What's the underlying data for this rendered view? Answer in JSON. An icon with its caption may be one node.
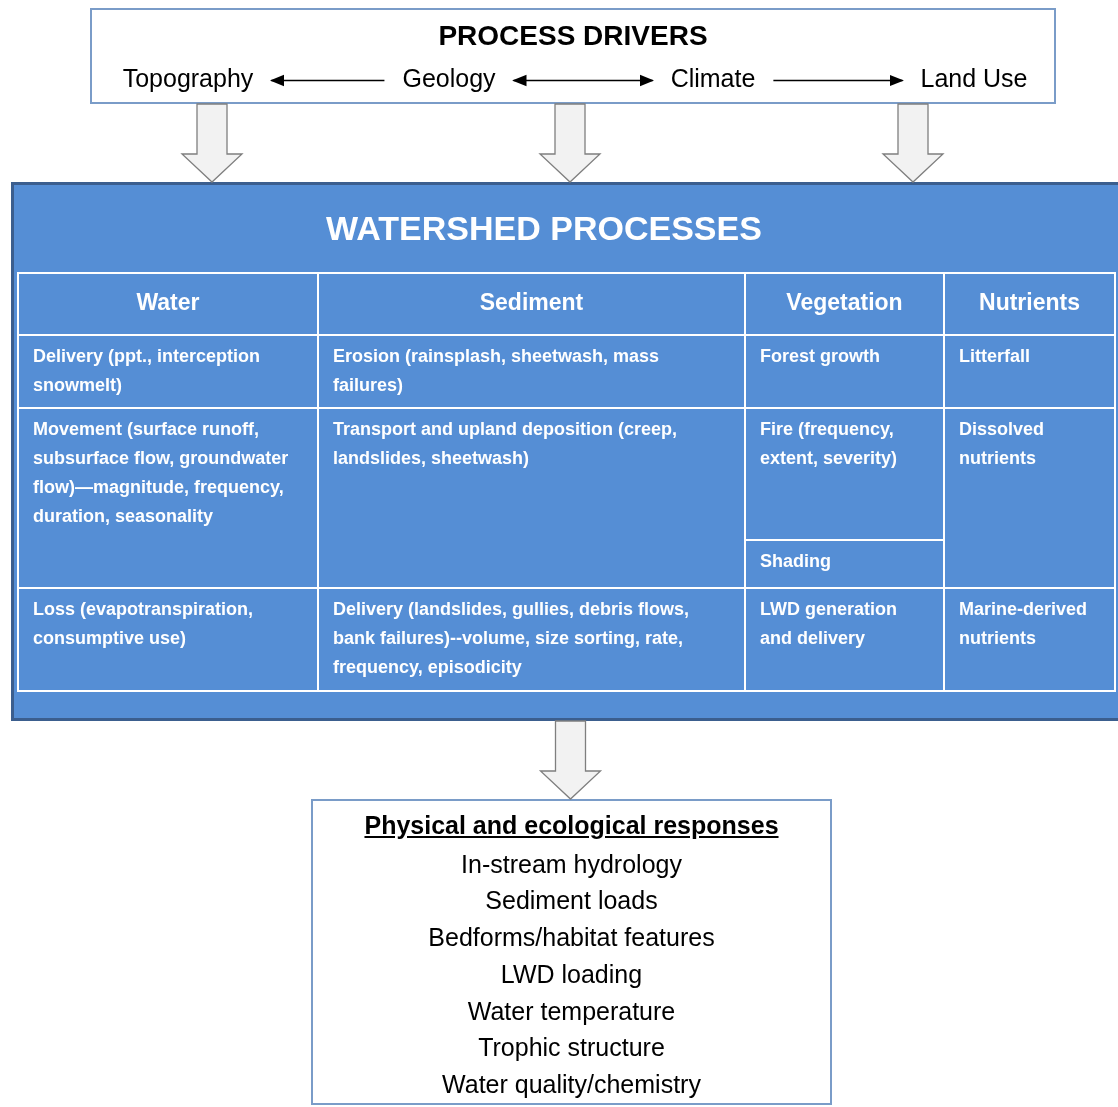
{
  "diagram": {
    "nodes": [
      {
        "text": [
          "PROCESS DRIVERS"
        ]
      },
      {
        "text": [
          "Topography"
        ],
        "in": 0
      },
      {
        "text": [
          "Geology"
        ],
        "in": 0
      },
      {
        "text": [
          "Climate"
        ],
        "in": 0
      },
      {
        "text": [
          "Land Use"
        ],
        "in": 0
      },
      {
        "text": [
          "WATERSHED PROCESSES"
        ]
      },
      {
        "text": [
          "Physical and ecological responses",
          "In-stream hydrology",
          "Sediment loads",
          "Bedforms/habitat features",
          "LWD loading",
          "Water temperature",
          "Trophic structure",
          "Water quality/chemistry"
        ]
      }
    ],
    "edges": [
      {
        "from": 2,
        "to": 1,
        "arrow": "to"
      },
      {
        "from": 2,
        "to": 3,
        "arrow": "both"
      },
      {
        "from": 3,
        "to": 4,
        "arrow": "to"
      },
      {
        "from": 0,
        "to": 5,
        "arrow": "to",
        "style": "thick"
      },
      {
        "from": 0,
        "to": 5,
        "arrow": "to",
        "style": "thick"
      },
      {
        "from": 0,
        "to": 5,
        "arrow": "to",
        "style": "thick"
      },
      {
        "from": 5,
        "to": 6,
        "arrow": "to",
        "style": "thick"
      }
    ],
    "labels": [
      "Water",
      "Sediment",
      "Vegetation",
      "Nutrients",
      "Delivery (ppt., interception snowmelt)",
      "Erosion (rainsplash, sheetwash, mass failures)",
      "Forest growth",
      "Litterfall",
      "Movement (surface runoff, subsurface flow, groundwater flow)—magnitude, frequency, duration, seasonality",
      "Transport and upland deposition (creep, landslides, sheetwash)",
      "Fire (frequency, extent, severity)",
      "Dissolved nutrients",
      "Shading",
      "Loss (evapotranspiration, consumptive use)",
      "Delivery (landslides, gullies, debris flows, bank failures)--volume, size sorting, rate, frequency, episodicity",
      "LWD generation and delivery",
      "Marine-derived nutrients"
    ]
  }
}
